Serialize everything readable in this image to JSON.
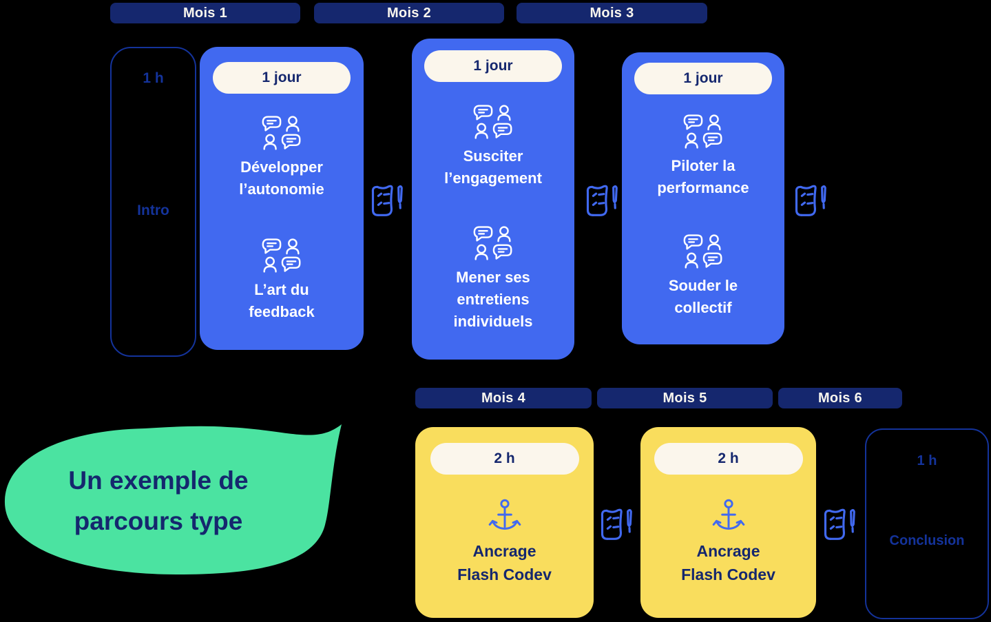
{
  "colors": {
    "background": "#000000",
    "navy": "#15276E",
    "blue": "#4169F0",
    "cream": "#FBF6EC",
    "yellow": "#F9DD5D",
    "green": "#4BE3A1",
    "outline": "#14339B",
    "white": "#FFFFFF"
  },
  "months_row1": [
    "Mois 1",
    "Mois 2",
    "Mois 3"
  ],
  "months_row2": [
    "Mois 4",
    "Mois 5",
    "Mois 6"
  ],
  "intro": {
    "duration": "1 h",
    "label": "Intro"
  },
  "conclusion": {
    "duration": "1 h",
    "label": "Conclusion"
  },
  "blue_cards": [
    {
      "duration": "1 jour",
      "topics": [
        {
          "icon": "discussion-icon",
          "label": "Développer\nl’autonomie"
        },
        {
          "icon": "discussion-icon",
          "label": "L’art du\nfeedback"
        }
      ]
    },
    {
      "duration": "1 jour",
      "topics": [
        {
          "icon": "discussion-icon",
          "label": "Susciter\nl’engagement"
        },
        {
          "icon": "discussion-icon",
          "label": "Mener ses\nentretiens\nindividuels"
        }
      ]
    },
    {
      "duration": "1 jour",
      "topics": [
        {
          "icon": "discussion-icon",
          "label": "Piloter la\nperformance"
        },
        {
          "icon": "discussion-icon",
          "label": "Souder le\ncollectif"
        }
      ]
    }
  ],
  "yellow_cards": [
    {
      "duration": "2 h",
      "icon": "anchor-icon",
      "label": "Ancrage\nFlash Codev"
    },
    {
      "duration": "2 h",
      "icon": "anchor-icon",
      "label": "Ancrage\nFlash Codev"
    }
  ],
  "connector_icon": "scroll-pen-icon",
  "bubble": {
    "text": "Un exemple de\nparcours type"
  }
}
